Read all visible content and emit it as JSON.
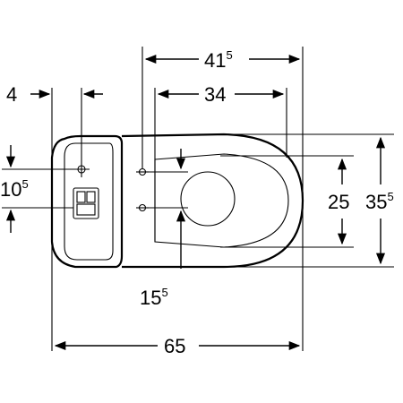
{
  "dimensions": {
    "top_overall": {
      "main": "41",
      "sup": "5"
    },
    "top_inner": {
      "main": "34",
      "sup": ""
    },
    "left_offset": {
      "main": "4",
      "sup": ""
    },
    "left_vertical": {
      "main": "10",
      "sup": "5"
    },
    "right_inner": {
      "main": "25",
      "sup": ""
    },
    "right_outer": {
      "main": "35",
      "sup": "5"
    },
    "bottom_holes": {
      "main": "15",
      "sup": "5"
    },
    "overall_length": {
      "main": "65",
      "sup": ""
    }
  }
}
